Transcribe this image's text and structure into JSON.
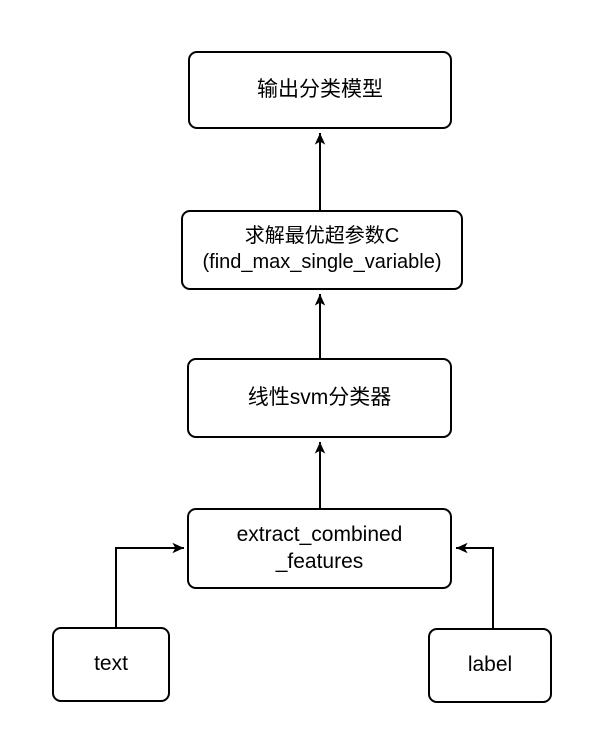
{
  "diagram": {
    "background_color": "#ffffff",
    "stroke_color": "#000000",
    "text_color": "#000000",
    "nodes": [
      {
        "id": "output-model",
        "lines": [
          "输出分类模型"
        ]
      },
      {
        "id": "find-best-c",
        "lines": [
          "求解最优超参数C",
          "(find_max_single_variable)"
        ]
      },
      {
        "id": "linear-svm",
        "lines": [
          "线性svm分类器"
        ]
      },
      {
        "id": "extract-features",
        "lines": [
          "extract_combined",
          "_features"
        ]
      },
      {
        "id": "text-input",
        "lines": [
          "text"
        ]
      },
      {
        "id": "label-input",
        "lines": [
          "label"
        ]
      }
    ],
    "edges": [
      {
        "from": "find-best-c",
        "to": "output-model"
      },
      {
        "from": "linear-svm",
        "to": "find-best-c"
      },
      {
        "from": "extract-features",
        "to": "linear-svm"
      },
      {
        "from": "text-input",
        "to": "extract-features"
      },
      {
        "from": "label-input",
        "to": "extract-features"
      }
    ]
  }
}
